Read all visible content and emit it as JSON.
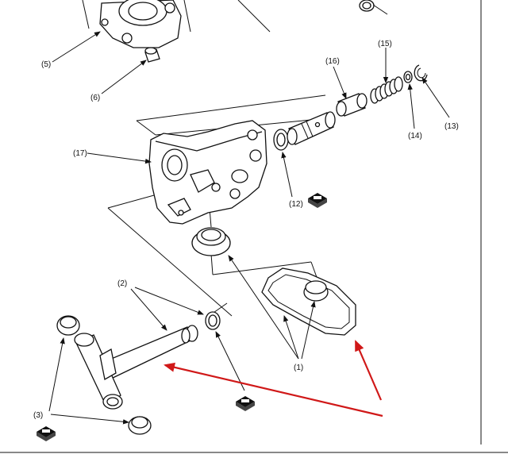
{
  "callouts": {
    "c1": "(1)",
    "c2": "(2)",
    "c3": "(3)",
    "c5": "(5)",
    "c6": "(6)",
    "c12": "(12)",
    "c13": "(13)",
    "c14": "(14)",
    "c15": "(15)",
    "c16": "(16)",
    "c17": "(17)"
  },
  "colors": {
    "line": "#111111",
    "highlight_arrow": "#d01818",
    "background": "#ffffff"
  },
  "icons": [
    "grease-icon",
    "grease-icon",
    "grease-icon",
    "grease-icon"
  ]
}
